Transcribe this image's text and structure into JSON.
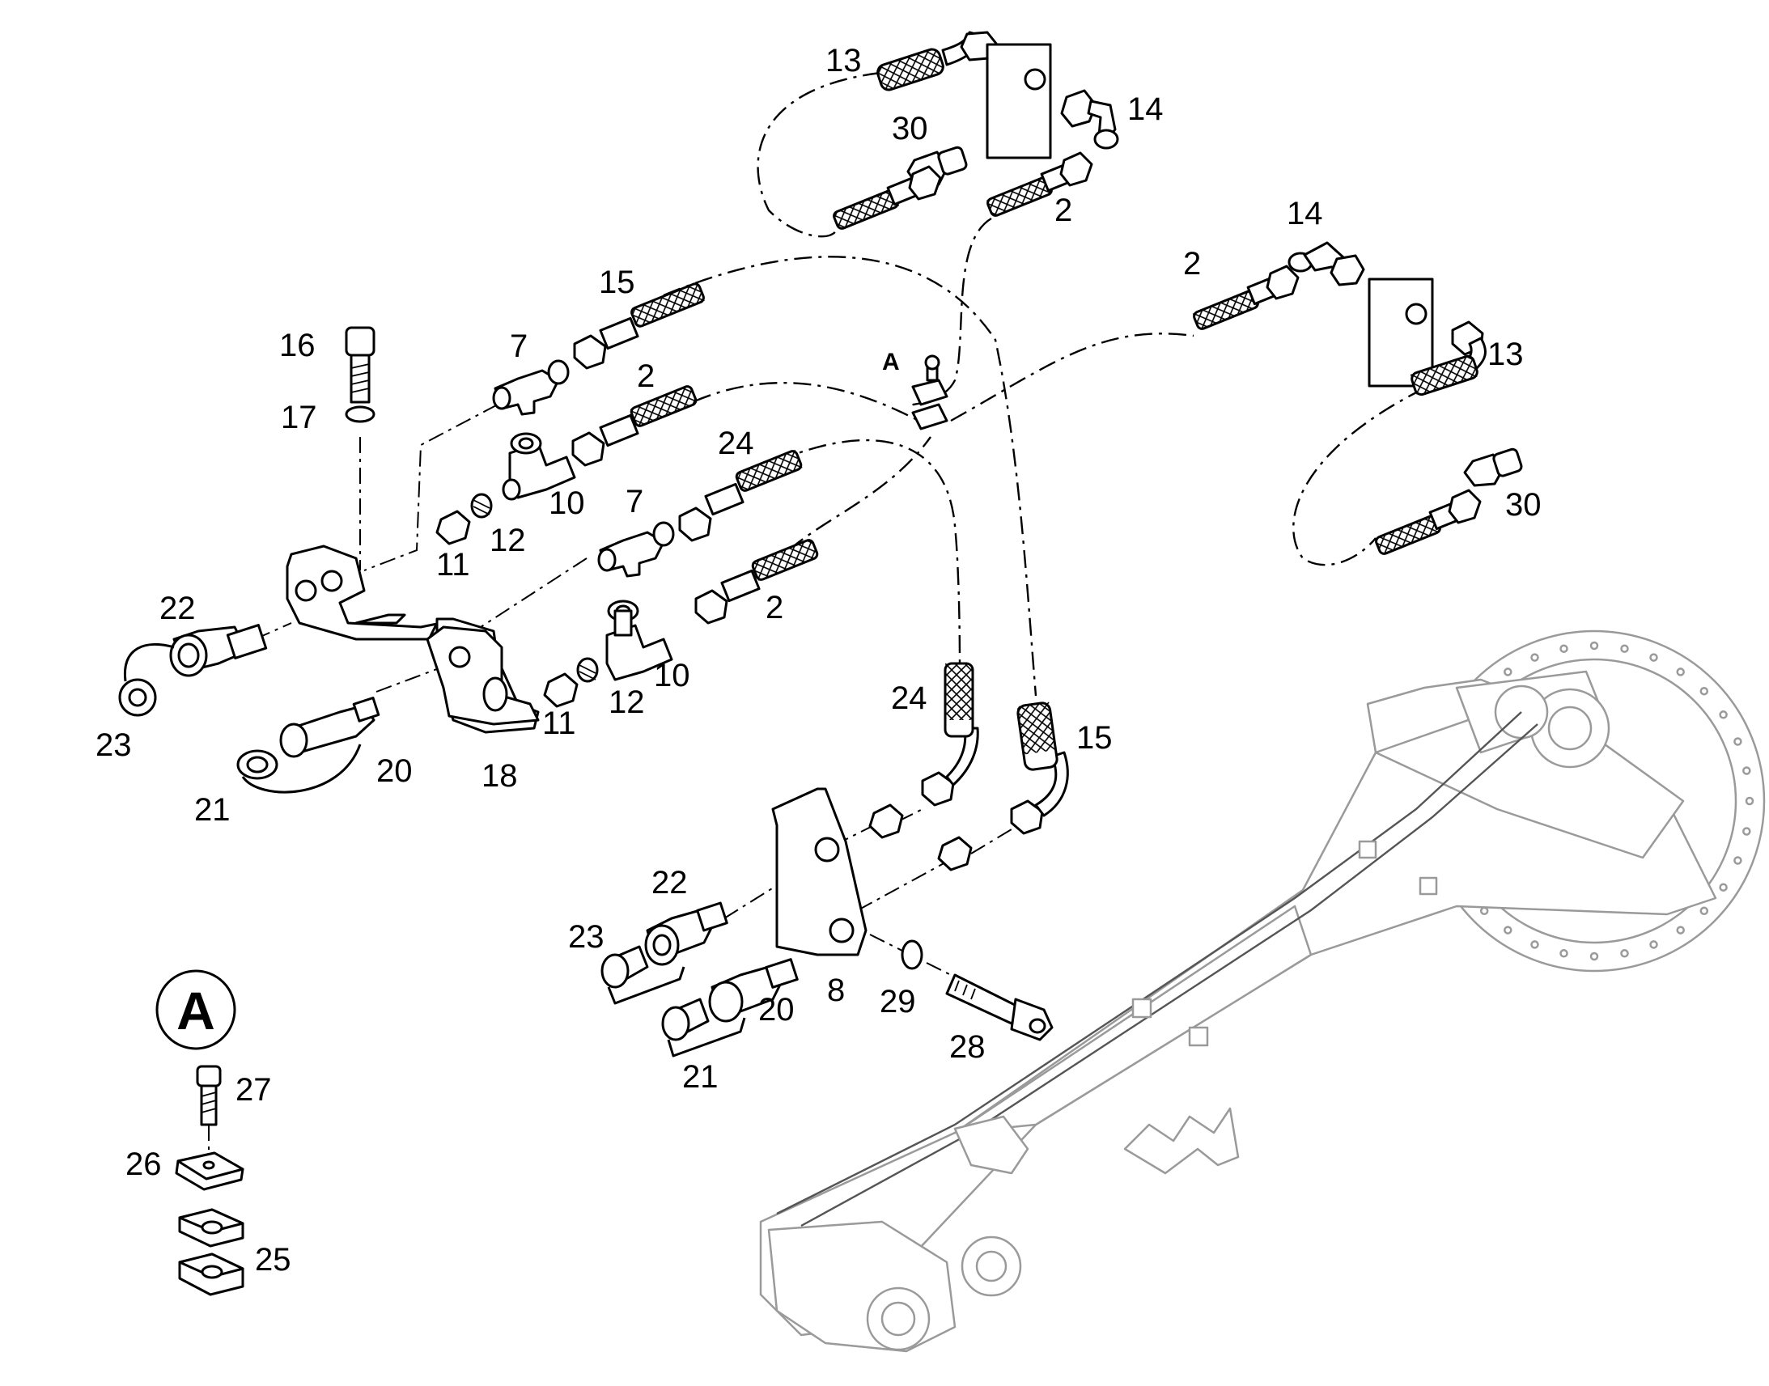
{
  "detail_marker": "A",
  "detail_badge": "A",
  "labels": [
    {
      "id": "l13a",
      "text": "13"
    },
    {
      "id": "l14a",
      "text": "14"
    },
    {
      "id": "l30a",
      "text": "30"
    },
    {
      "id": "l2a",
      "text": "2"
    },
    {
      "id": "l14b",
      "text": "14"
    },
    {
      "id": "l2b",
      "text": "2"
    },
    {
      "id": "l13b",
      "text": "13"
    },
    {
      "id": "l30b",
      "text": "30"
    },
    {
      "id": "l15a",
      "text": "15"
    },
    {
      "id": "l16",
      "text": "16"
    },
    {
      "id": "l7a",
      "text": "7"
    },
    {
      "id": "l17",
      "text": "17"
    },
    {
      "id": "l2c",
      "text": "2"
    },
    {
      "id": "l24a",
      "text": "24"
    },
    {
      "id": "l10a",
      "text": "10"
    },
    {
      "id": "l11a",
      "text": "11"
    },
    {
      "id": "l12a",
      "text": "12"
    },
    {
      "id": "l7b",
      "text": "7"
    },
    {
      "id": "l22a",
      "text": "22"
    },
    {
      "id": "l2d",
      "text": "2"
    },
    {
      "id": "l10b",
      "text": "10"
    },
    {
      "id": "l12b",
      "text": "12"
    },
    {
      "id": "l11b",
      "text": "11"
    },
    {
      "id": "l24b",
      "text": "24"
    },
    {
      "id": "l15b",
      "text": "15"
    },
    {
      "id": "l23a",
      "text": "23"
    },
    {
      "id": "l20a",
      "text": "20"
    },
    {
      "id": "l18",
      "text": "18"
    },
    {
      "id": "l21a",
      "text": "21"
    },
    {
      "id": "l22b",
      "text": "22"
    },
    {
      "id": "l23b",
      "text": "23"
    },
    {
      "id": "l8",
      "text": "8"
    },
    {
      "id": "l29",
      "text": "29"
    },
    {
      "id": "l20b",
      "text": "20"
    },
    {
      "id": "l28",
      "text": "28"
    },
    {
      "id": "l21b",
      "text": "21"
    },
    {
      "id": "l27",
      "text": "27"
    },
    {
      "id": "l26",
      "text": "26"
    },
    {
      "id": "l25",
      "text": "25"
    }
  ]
}
